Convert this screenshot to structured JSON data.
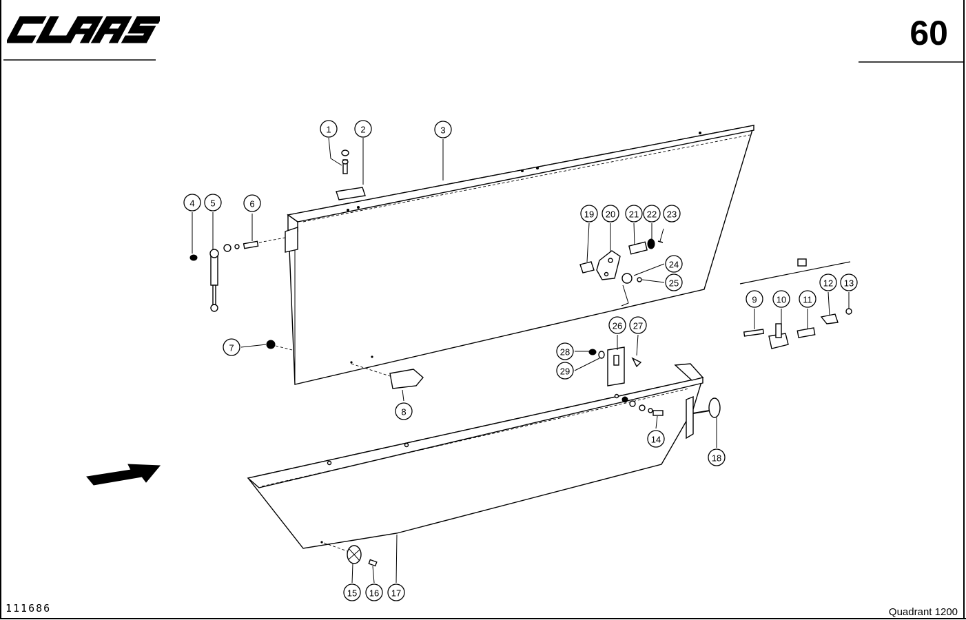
{
  "header": {
    "brand": "CLAAS",
    "page_number": "60"
  },
  "footer": {
    "drawing_number": "111686",
    "model": "Quadrant 1200"
  },
  "callouts": [
    "1",
    "2",
    "3",
    "4",
    "5",
    "6",
    "7",
    "8",
    "9",
    "10",
    "11",
    "12",
    "13",
    "14",
    "15",
    "16",
    "17",
    "18",
    "19",
    "20",
    "21",
    "22",
    "23",
    "24",
    "25",
    "26",
    "27",
    "28",
    "29"
  ],
  "icons": {
    "direction": "arrow-icon"
  }
}
